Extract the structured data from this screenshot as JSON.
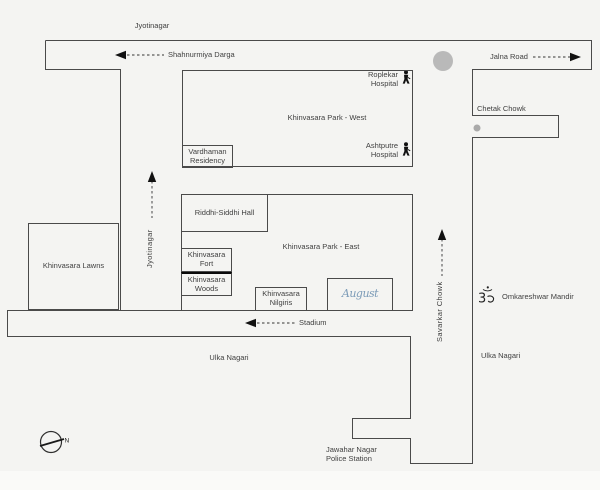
{
  "map": {
    "colors": {
      "background": "#f4f4f2",
      "line": "#4a4a4a",
      "text": "#3f3f3f",
      "logo_blue": "#7d9cb8",
      "chowk_gray": "#b9b9b9"
    },
    "roads": {
      "jyotinagar_top": "Jyotinagar",
      "shahnurmiya_darga": "Shahnurmiya Darga",
      "jalna_road": "Jalna Road",
      "chetak_chowk": "Chetak Chowk",
      "jyotinagar_street": "Jyotinagar",
      "savarkar_chowk": "Savarkar Chowk",
      "stadium": "Stadium",
      "ulka_nagari_left": "Ulka Nagari",
      "ulka_nagari_right": "Ulka Nagari"
    },
    "places": {
      "khinvasara_park_west": "Khinvasara Park - West",
      "khinvasara_park_east": "Khinvasara Park - East",
      "khinvasara_lawns": "Khinvasara Lawns",
      "riddhi_siddhi_hall": "Riddhi-Siddhi Hall",
      "khinvasara_fort": "Khinvasara Fort",
      "khinvasara_woods": "Khinvasara Woods",
      "khinvasara_nilgiris": "Khinvasara Nilgiris",
      "vardhaman_residency": "Vardhaman Residency",
      "roplekar_hospital": "Roplekar Hospital",
      "ashtputre_hospital": "Ashtputre Hospital",
      "omkareshwar_mandir": "Omkareshwar Mandir",
      "jawahar_police": "Jawahar Nagar Police Station",
      "august_logo": "August"
    },
    "compass": {
      "label": "N"
    }
  }
}
